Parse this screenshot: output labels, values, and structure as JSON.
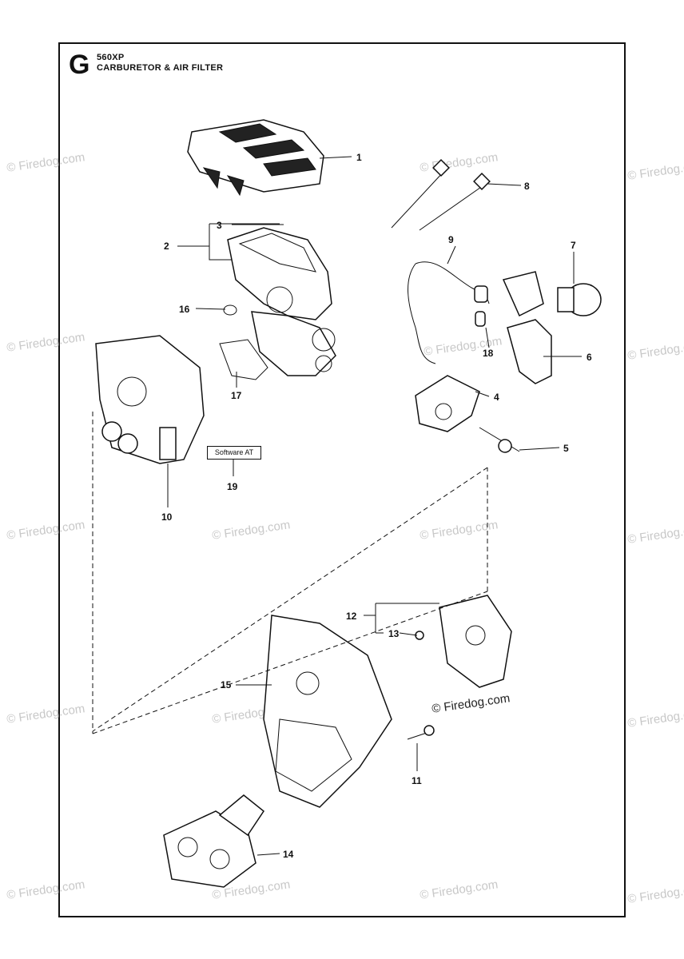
{
  "header": {
    "letter": "G",
    "model": "560XP",
    "title": "CARBURETOR & AIR FILTER"
  },
  "callouts": [
    "1",
    "2",
    "3",
    "4",
    "5",
    "6",
    "7",
    "8",
    "9",
    "10",
    "11",
    "12",
    "13",
    "14",
    "15",
    "16",
    "17",
    "18",
    "19"
  ],
  "software_box": "Software AT",
  "watermark": "© Firedog.com"
}
